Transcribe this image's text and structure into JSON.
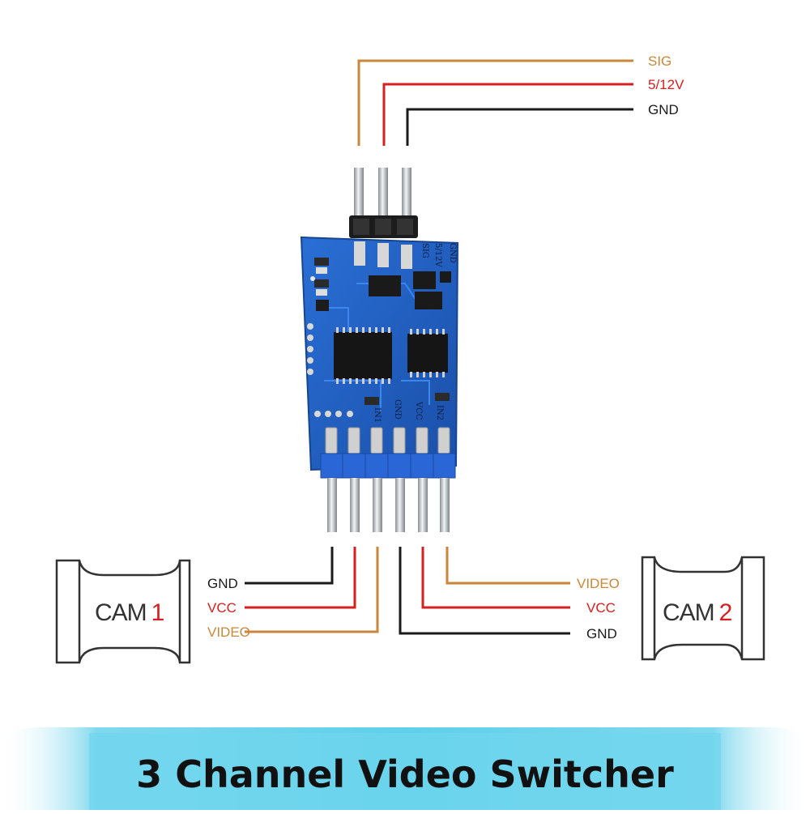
{
  "colors": {
    "sig_wire": "#c8873a",
    "power_wire": "#d42020",
    "gnd_wire": "#1a1a1a",
    "pcb": "#1f5fc4",
    "header": "#2a66d6",
    "banner": "#5fd0ea"
  },
  "top_wires": {
    "sig": "SIG",
    "power": "5/12V",
    "gnd": "GND"
  },
  "pcb_labels": {
    "gnd": "GND",
    "power": "5/12V",
    "sig": "SIG",
    "in1": "IN1",
    "gnd2": "GND",
    "vcc": "VCC",
    "in2": "IN2"
  },
  "cam1": {
    "label_text": "CAM",
    "label_num": "1",
    "wires": {
      "gnd": "GND",
      "vcc": "VCC",
      "video": "VIDEO"
    }
  },
  "cam2": {
    "label_text": "CAM",
    "label_num": "2",
    "wires": {
      "video": "VIDEO",
      "vcc": "VCC",
      "gnd": "GND"
    }
  },
  "banner": {
    "title": "3 Channel Video Switcher"
  }
}
